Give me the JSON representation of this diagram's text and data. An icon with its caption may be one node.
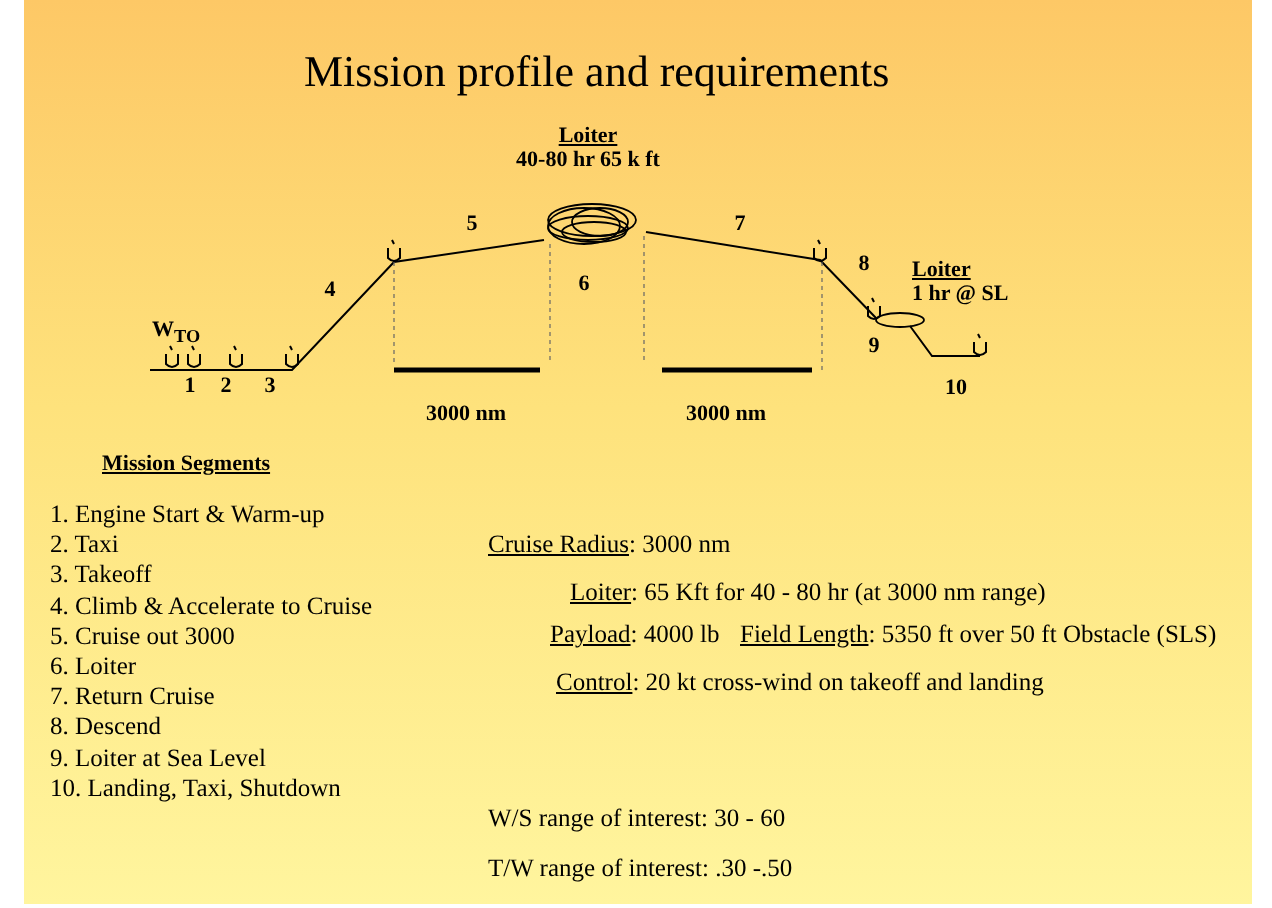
{
  "diagram": {
    "title": "Mission profile and requirements",
    "labels": [
      "Loiter",
      "40-80 hr 65 k ft",
      "5",
      "7",
      "8",
      "Loiter",
      "4",
      "6",
      "1 hr @ SL",
      "W$_{TO}$",
      "9",
      "1",
      "2",
      "3",
      "10",
      "3000 nm",
      "3000 nm",
      "Mission Segments",
      "1. Engine Start & Warm-up",
      "2. Taxi",
      "3. Takeoff",
      "4. Climb & Accelerate to Cruise",
      "5. Cruise out 3000",
      "6. Loiter",
      "7. Return Cruise",
      "8. Descend",
      "9. Loiter at Sea Level",
      "10. Landing, Taxi, Shutdown",
      "Cruise Radius: 3000 nm",
      "Loiter: 65 Kft for 40 - 80 hr (at 3000 nm range)",
      "Payload: 4000 lb",
      "Field Length: 5350 ft over 50 ft Obstacle (SLS)",
      "Control: 20 kt cross-wind on takeoff and landing",
      "W/S range of interest: 30 - 60",
      "T/W range of interest: .30 -.50"
    ]
  }
}
